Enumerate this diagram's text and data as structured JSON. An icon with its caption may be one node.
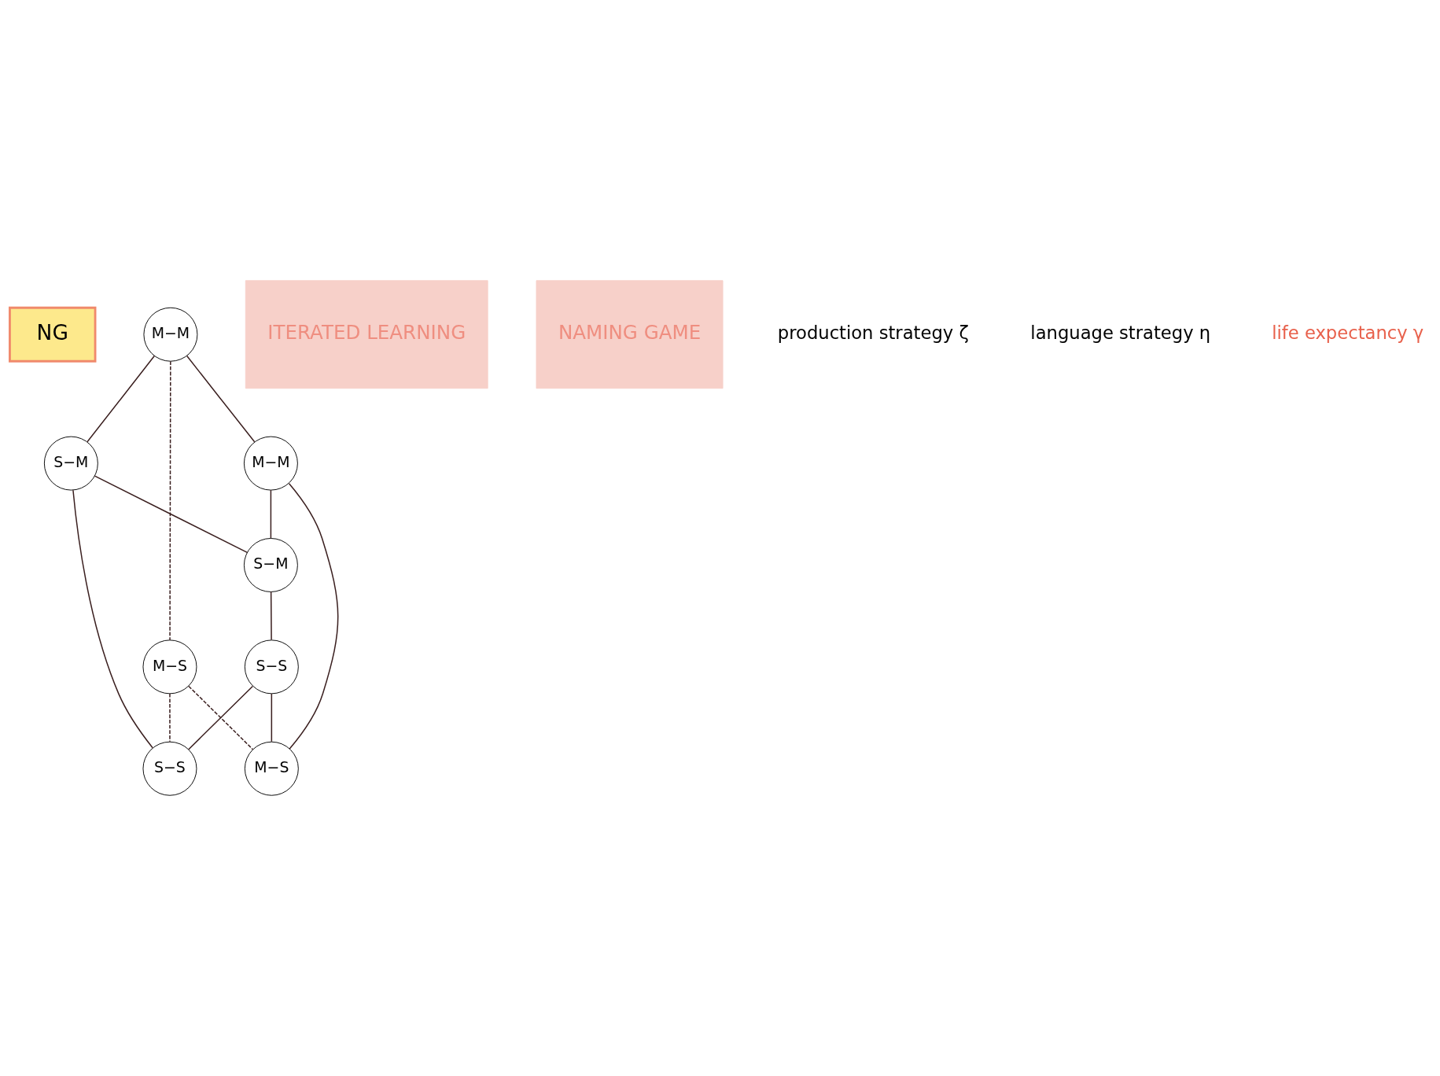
{
  "diagram": {
    "nodes": [
      {
        "text": [
          "NG"
        ]
      },
      {
        "text": [
          "M−M"
        ]
      },
      {
        "text": [
          "S−M"
        ]
      },
      {
        "text": [
          "M−M"
        ]
      },
      {
        "text": [
          "S−M"
        ]
      },
      {
        "text": [
          "M−S"
        ]
      },
      {
        "text": [
          "M−S"
        ]
      },
      {
        "text": [
          "S−S"
        ]
      },
      {
        "text": [
          "S−S"
        ]
      },
      {
        "text": [
          "ITERATED LEARNING"
        ]
      },
      {
        "text": [
          "NAMING GAME"
        ]
      }
    ],
    "edges": [
      {
        "from": 1,
        "to": 2,
        "arrow": "none"
      },
      {
        "from": 1,
        "to": 3,
        "arrow": "none"
      },
      {
        "from": 2,
        "to": 4,
        "arrow": "none"
      },
      {
        "from": 3,
        "to": 4,
        "arrow": "none"
      },
      {
        "from": 2,
        "to": 7,
        "arrow": "none"
      },
      {
        "from": 1,
        "to": 5,
        "arrow": "none",
        "style": "dashed"
      },
      {
        "from": 4,
        "to": 8,
        "arrow": "none"
      },
      {
        "from": 3,
        "to": 6,
        "arrow": "none"
      },
      {
        "from": 5,
        "to": 7,
        "arrow": "none",
        "style": "dashed"
      },
      {
        "from": 5,
        "to": 6,
        "arrow": "none",
        "style": "dashed"
      },
      {
        "from": 7,
        "to": 8,
        "arrow": "none"
      },
      {
        "from": 8,
        "to": 6,
        "arrow": "none"
      }
    ],
    "labels": [
      "production strategy ζ",
      "language strategy η",
      "life expectancy γ"
    ]
  }
}
